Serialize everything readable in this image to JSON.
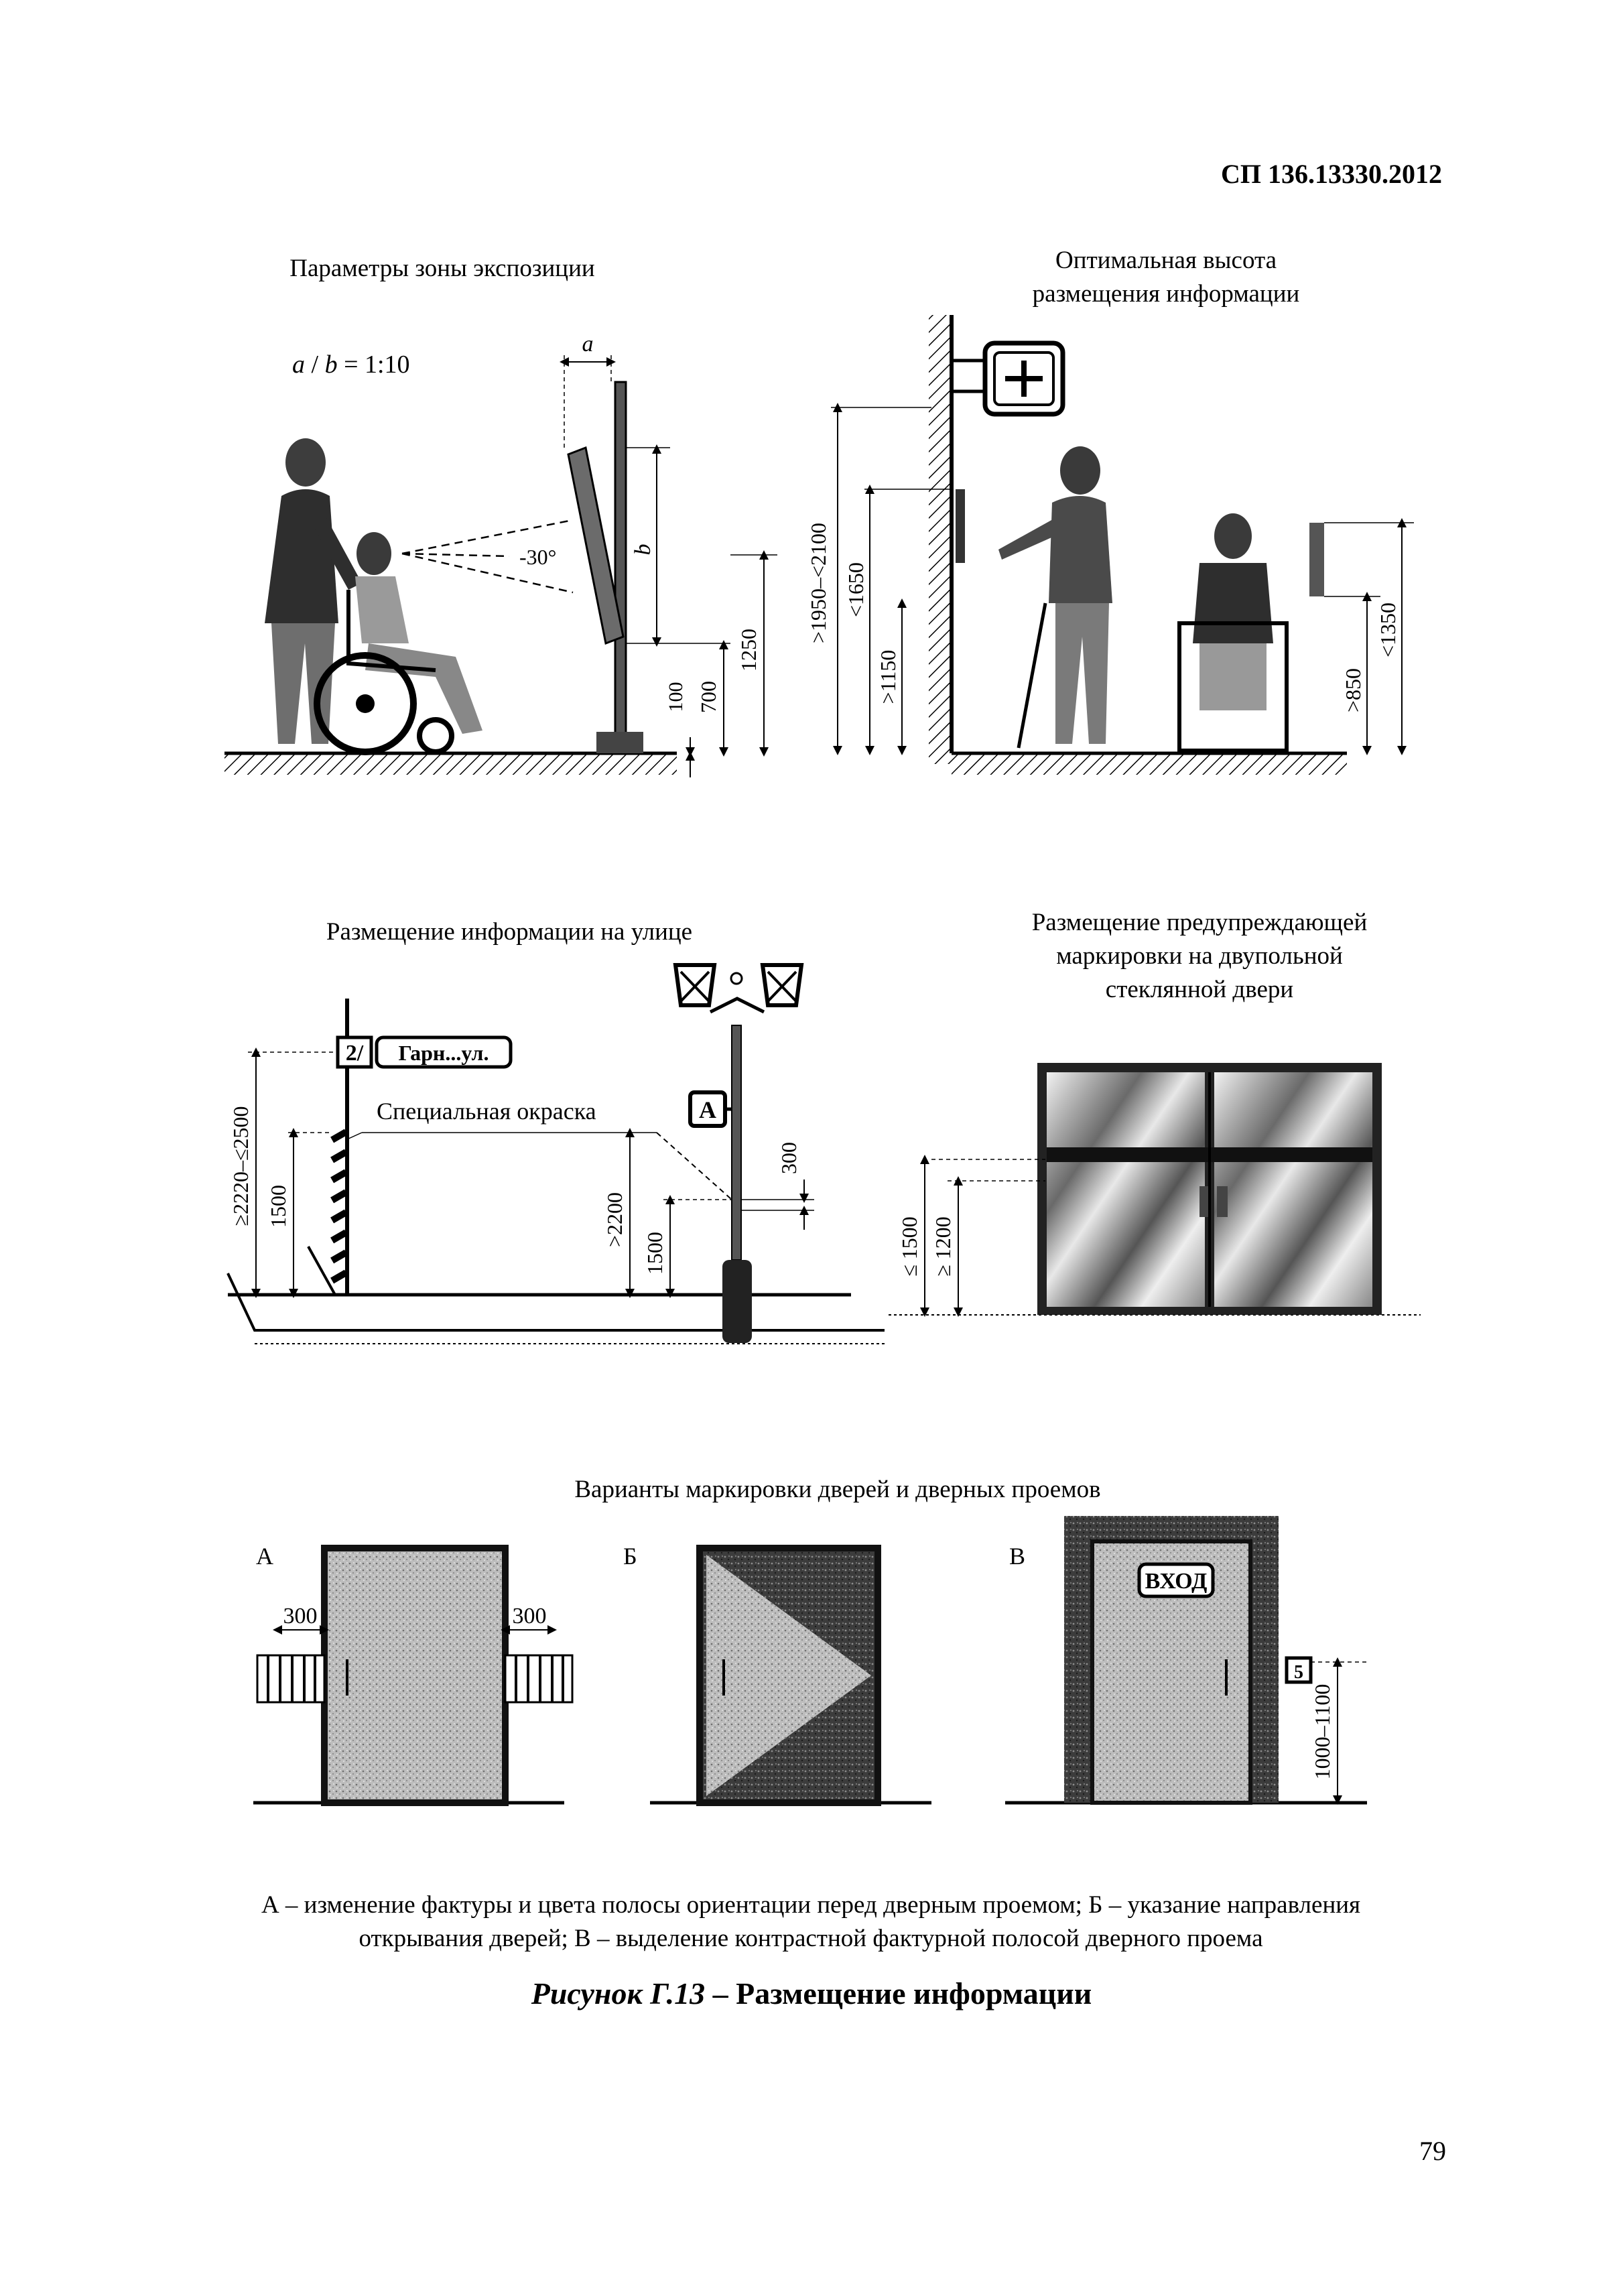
{
  "header": {
    "doc_code": "СП 136.13330.2012"
  },
  "panels": {
    "exposure": {
      "title": "Параметры зоны экспозиции",
      "ratio_a": "a",
      "ratio_rest": " / ",
      "ratio_b": "b",
      "ratio_value": " = 1:10",
      "dim_a": "a",
      "dim_b": "b",
      "angle": "-30°",
      "d1250": "1250",
      "d700": "700",
      "d100": "100"
    },
    "optimal_height": {
      "title_line1": "Оптимальная высота",
      "title_line2": "размещения информации",
      "d1950": ">1950–<2100",
      "d1650": "<1650",
      "d1150": ">1150",
      "d850": ">850",
      "d1350": "<1350"
    },
    "street": {
      "title": "Размещение информации на улице",
      "sign_number": "2/",
      "sign_text": "Гарн...ул.",
      "special_paint": "Специальная окраска",
      "sign_letter": "А",
      "d2500": "≥2220–≤2500",
      "d1500a": "1500",
      "d2200": ">2200",
      "d1500b": "1500",
      "d300": "300"
    },
    "glass_door": {
      "title_line1": "Размещение предупреждающей",
      "title_line2": "маркировки на двупольной",
      "title_line3": "стеклянной двери",
      "d1500": "≤ 1500",
      "d1200": "≥ 1200"
    },
    "door_variants": {
      "title": "Варианты маркировки дверей и дверных проемов",
      "label_a": "А",
      "label_b": "Б",
      "label_v": "В",
      "dim_left": "300",
      "dim_right": "300",
      "exit_sign": "ВХОД",
      "room_number": "5",
      "height_range": "1000–1100"
    }
  },
  "caption": {
    "line1": "А – изменение фактуры и цвета полосы ориентации перед дверным проемом; Б – указание направления",
    "line2": "открывания дверей; В – выделение контрастной фактурной полосой дверного проема"
  },
  "figure": {
    "number": "Рисунок Г.13",
    "separator": " – ",
    "title": "Размещение информации"
  },
  "page_number": "79"
}
